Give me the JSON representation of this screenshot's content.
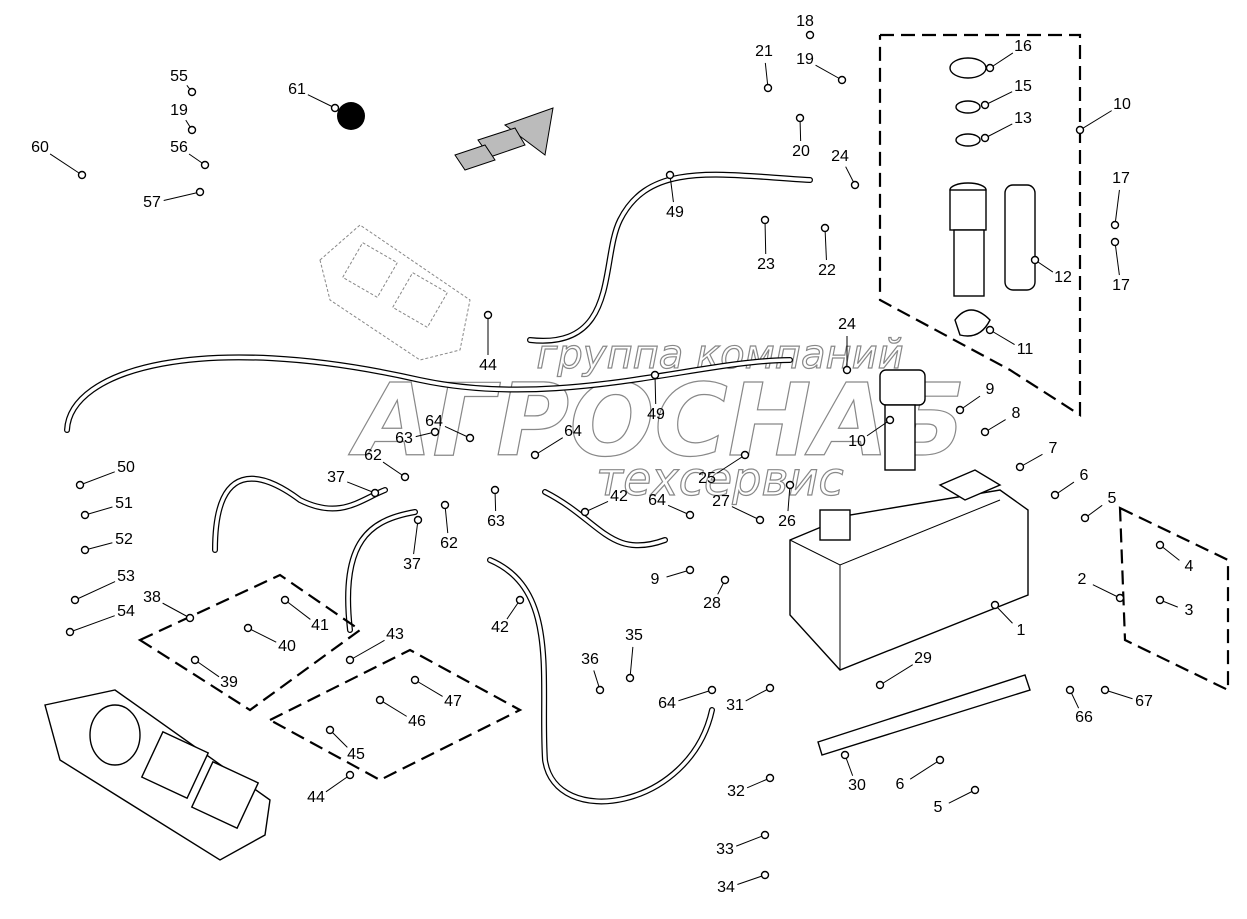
{
  "watermark": {
    "line1": "группа компаний",
    "line2": "АГРОСНАБ",
    "line3": "техсервис"
  },
  "colors": {
    "lines": "#000000",
    "background": "#ffffff",
    "watermark": "#888888"
  },
  "callouts": [
    "18",
    "19",
    "21",
    "20",
    "24",
    "16",
    "15",
    "13",
    "10",
    "17",
    "17",
    "12",
    "23",
    "22",
    "49",
    "11",
    "24",
    "10",
    "9",
    "8",
    "7",
    "6",
    "5",
    "4",
    "3",
    "2",
    "1",
    "67",
    "66",
    "29",
    "30",
    "6",
    "5",
    "25",
    "27",
    "26",
    "64",
    "9",
    "28",
    "64",
    "42",
    "64",
    "63",
    "62",
    "37",
    "63",
    "62",
    "37",
    "44",
    "49",
    "42",
    "36",
    "35",
    "64",
    "31",
    "32",
    "33",
    "34",
    "43",
    "41",
    "40",
    "39",
    "38",
    "47",
    "46",
    "45",
    "44",
    "50",
    "51",
    "52",
    "53",
    "54",
    "55",
    "19",
    "56",
    "57",
    "60",
    "61"
  ]
}
